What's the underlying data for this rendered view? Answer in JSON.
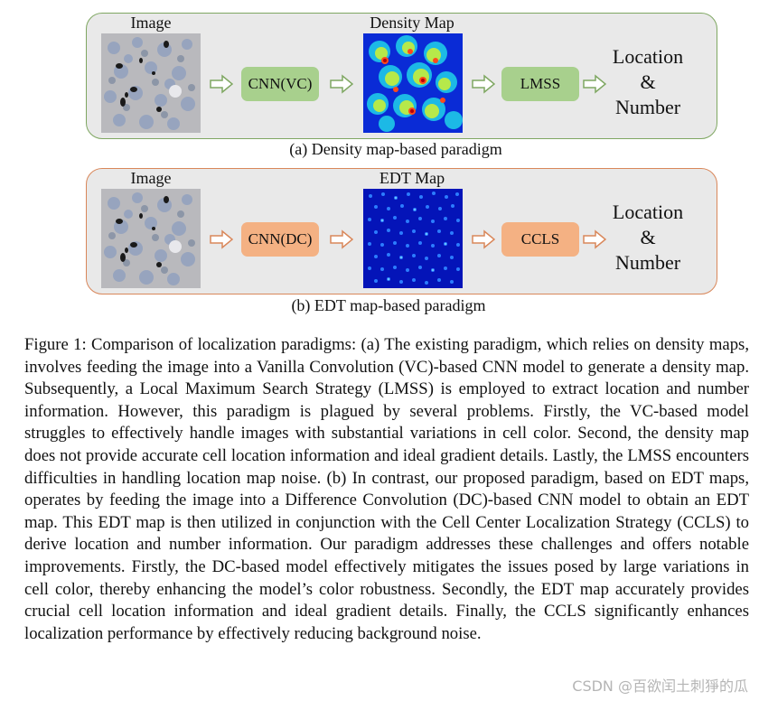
{
  "panel_a": {
    "image_label": "Image",
    "map_label": "Density Map",
    "model_label": "CNN(VC)",
    "strategy_label": "LMSS",
    "output_line1": "Location",
    "output_line2": "&",
    "output_line3": "Number",
    "caption": "(a) Density map-based paradigm",
    "colors": {
      "border": "#7fa762",
      "box": "#a8d08d"
    }
  },
  "panel_b": {
    "image_label": "Image",
    "map_label": "EDT Map",
    "model_label": "CNN(DC)",
    "strategy_label": "CCLS",
    "output_line1": "Location",
    "output_line2": "&",
    "output_line3": "Number",
    "caption": "(b) EDT map-based paradigm",
    "colors": {
      "border": "#d9875a",
      "box": "#f4b183"
    }
  },
  "figure_caption": "Figure 1: Comparison of localization paradigms: (a) The existing paradigm, which relies on density maps, involves feeding the image into a Vanilla Convolution (VC)-based CNN model to generate a density map. Subsequently, a Local Maximum Search Strategy (LMSS) is employed to extract location and number information. However, this paradigm is plagued by several problems. Firstly, the VC-based model struggles to effectively handle images with substantial variations in cell color. Second, the density map does not provide accurate cell location information and ideal gradient details. Lastly, the LMSS encounters difficulties in handling location map noise. (b) In contrast, our proposed paradigm, based on EDT maps, operates by feeding the image into a Difference Convolution (DC)-based CNN model to obtain an EDT map. This EDT map is then utilized in conjunction with the Cell Center Localization Strategy (CCLS) to derive location and number information. Our paradigm addresses these challenges and offers notable improvements. Firstly, the DC-based model effectively mitigates the issues posed by large variations in cell color, thereby enhancing the model’s color robustness. Secondly, the EDT map accurately provides crucial cell location information and ideal gradient details. Finally, the CCLS significantly enhances localization performance by effectively reducing background noise.",
  "watermark": "CSDN @百欲闰土刺猙的瓜"
}
